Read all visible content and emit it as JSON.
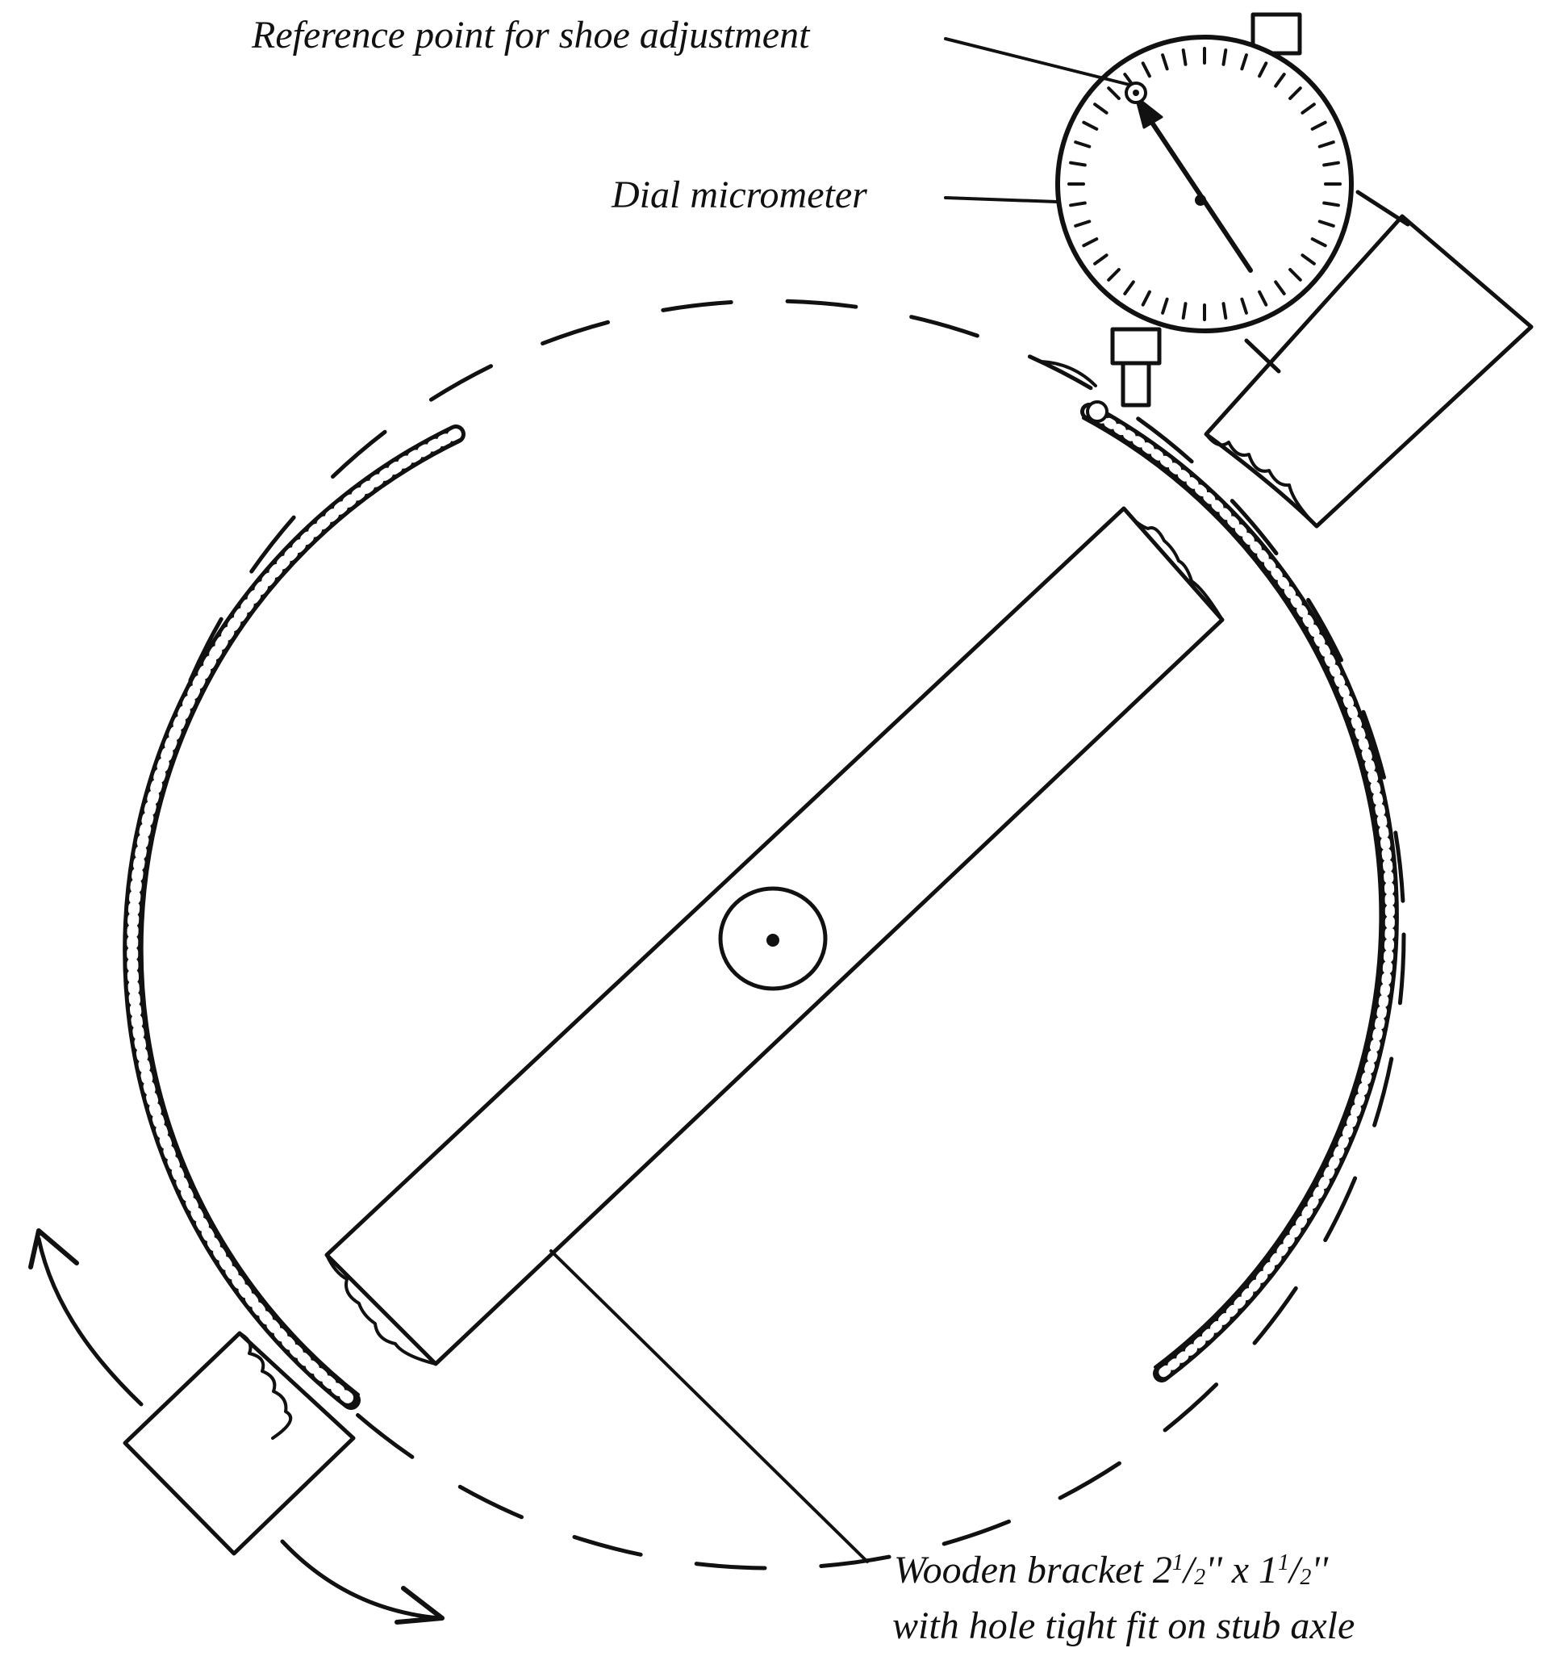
{
  "labels": {
    "reference_point": "Reference point for shoe adjustment",
    "dial_micrometer": "Dial micrometer",
    "bracket_line1_a": "Wooden bracket 2",
    "bracket_line1_frac1": "1",
    "bracket_line1_b": "/",
    "bracket_line1_frac2": "2",
    "bracket_line1_c": "'' x 1",
    "bracket_line1_frac3": "1",
    "bracket_line1_d": "/",
    "bracket_line1_frac4": "2",
    "bracket_line1_e": "''",
    "bracket_line2": "with hole tight fit on stub axle"
  },
  "colors": {
    "ink": "#111111",
    "background": "#ffffff"
  }
}
